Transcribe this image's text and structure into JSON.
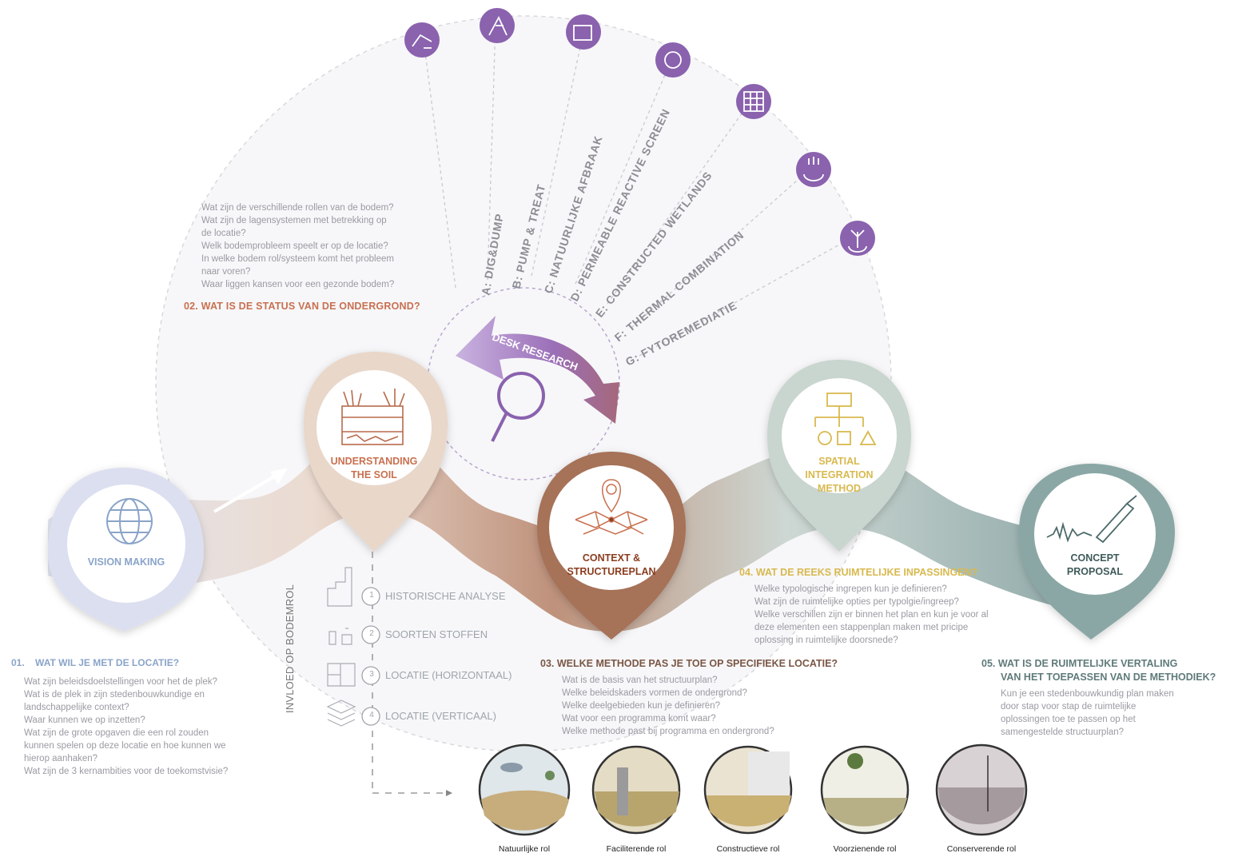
{
  "colors": {
    "purple": "#8a62ae",
    "orange": "#c8704f",
    "brown": "#8a5d48",
    "blue": "#8aa4c9",
    "yellow": "#d8b94f",
    "teal": "#6e8f8f",
    "grey_text": "#9a9aa3"
  },
  "center": {
    "title": "DESK RESEARCH",
    "icon": "magnifier-icon"
  },
  "methods": [
    {
      "label": "A: DIG&DUMP",
      "icon": "excavator-icon"
    },
    {
      "label": "B: PUMP & TREAT",
      "icon": "pump-icon"
    },
    {
      "label": "C: NATUURLIJKE AFBRAAK",
      "icon": "box-icon"
    },
    {
      "label": "D: PERMEABLE REACTIVE SCREEN",
      "icon": "bacteria-icon"
    },
    {
      "label": "E: CONSTRUCTED WETLANDS",
      "icon": "grid-icon"
    },
    {
      "label": "F: THERMAL COMBINATION",
      "icon": "heat-icon"
    },
    {
      "label": "G: FYTOREMEDIATIE",
      "icon": "plant-icon"
    }
  ],
  "nodes": [
    {
      "label_1": "VISION MAKING",
      "label_2": "",
      "icon": "globe-icon"
    },
    {
      "label_1": "UNDERSTANDING",
      "label_2": "THE SOIL",
      "icon": "soil-layers-icon"
    },
    {
      "label_1": "CONTEXT &",
      "label_2": "STRUCTUREPLAN",
      "icon": "network-pin-icon"
    },
    {
      "label_1": "SPATIAL",
      "label_2": "INTEGRATION",
      "label_3": "METHOD",
      "icon": "flowchart-icon"
    },
    {
      "label_1": "CONCEPT",
      "label_2": "PROPOSAL",
      "icon": "pen-signature-icon"
    }
  ],
  "q01": {
    "num": "01.",
    "heading": "WAT WIL JE MET DE LOCATIE?",
    "lines": [
      "Wat zijn beleidsdoelstellingen voor het de plek?",
      "Wat is de plek in zijn stedenbouwkundige en",
      "landschappelijke context?",
      "Waar kunnen we op inzetten?",
      "Wat zijn de grote opgaven die een rol zouden",
      "kunnen spelen op deze locatie en hoe kunnen we",
      "hierop aanhaken?",
      "Wat zijn de 3 kernambities voor de toekomstvisie?"
    ]
  },
  "q02": {
    "lines": [
      "Wat zijn de verschillende rollen van de bodem?",
      "Wat zijn de lagensystemen met betrekking op",
      "de locatie?",
      "Welk bodemprobleem speelt er op de locatie?",
      "In welke bodem rol/systeem komt het probleem",
      "naar voren?",
      "Waar liggen kansen voor een gezonde bodem?"
    ],
    "heading": "02. WAT IS DE STATUS VAN DE ONDERGROND?"
  },
  "q03": {
    "heading": "03. WELKE METHODE PAS JE TOE OP SPECIFIEKE LOCATIE?",
    "lines": [
      "Wat is de basis van het structuurplan?",
      "Welke beleidskaders vormen de ondergrond?",
      "Welke deelgebieden kun je definieren?",
      "Wat voor een programma komt waar?",
      "Welke methode past bij programma en ondergrond?"
    ]
  },
  "q04": {
    "heading": "04. WAT DE REEKS RUIMTELIJKE INPASSINGEN?",
    "lines": [
      "Welke typologische ingrepen kun je definieren?",
      "Wat zijn de ruimtelijke opties per typolgie/ingreep?",
      "Welke verschillen zijn er binnen het plan en kun je voor al",
      "deze elementen een stappenplan maken met pricipe",
      "oplossing in ruimtelijke doorsnede?"
    ]
  },
  "q05": {
    "heading_1": "05. WAT IS DE RUIMTELIJKE VERTALING",
    "heading_2": "VAN HET TOEPASSEN VAN DE METHODIEK?",
    "lines": [
      "Kun je een stedenbouwkundig plan maken",
      "door stap voor stap de ruimtelijke",
      "oplossingen toe te passen op het",
      "samengestelde structuurplan?"
    ]
  },
  "soil_role": {
    "vertical_label": "INVLOED OP BODEMROL",
    "steps": [
      {
        "num": "1",
        "label": "HISTORISCHE ANALYSE",
        "icon": "buildings-icon"
      },
      {
        "num": "2",
        "label": "SOORTEN STOFFEN",
        "icon": "chemicals-icon"
      },
      {
        "num": "3",
        "label": "LOCATIE (HORIZONTAAL)",
        "icon": "plan-view-icon"
      },
      {
        "num": "4",
        "label": "LOCATIE (VERTICAAL)",
        "icon": "stacked-layers-icon"
      }
    ]
  },
  "roles": [
    {
      "label": "Natuurlijke rol",
      "icon": "natural-soil-icon"
    },
    {
      "label": "Faciliterende rol",
      "icon": "facilitating-soil-icon"
    },
    {
      "label": "Constructieve rol",
      "icon": "constructive-soil-icon"
    },
    {
      "label": "Voorzienende rol",
      "icon": "providing-soil-icon"
    },
    {
      "label": "Conserverende rol",
      "icon": "conserving-soil-icon"
    }
  ]
}
